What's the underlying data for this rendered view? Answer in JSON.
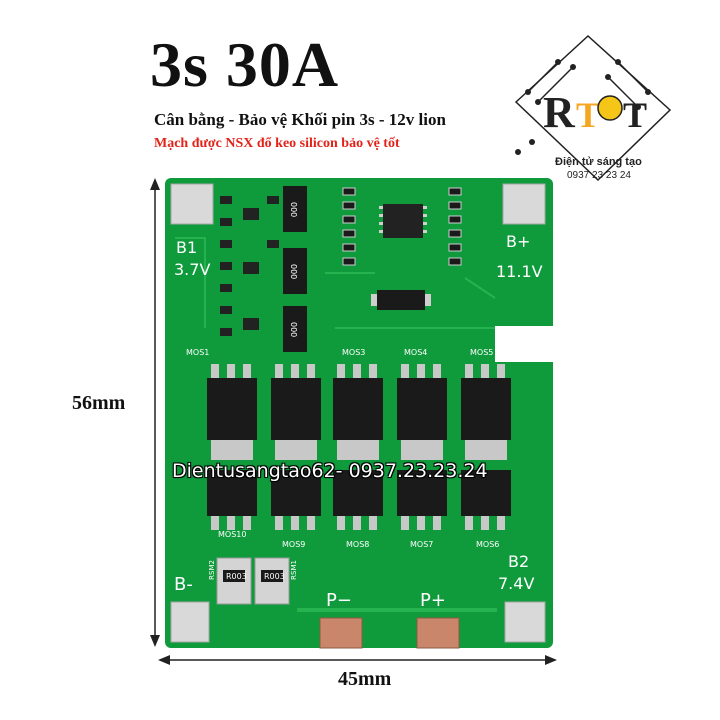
{
  "header": {
    "title": "3s 30A",
    "subtitle": "Cân bằng - Bảo vệ Khối pin 3s - 12v lion",
    "note": "Mạch được NSX đổ keo silicon bảo vệ tốt"
  },
  "logo": {
    "name": "Điện tử sáng tạo",
    "phone": "0937 23 23 24"
  },
  "dimensions": {
    "height": "56mm",
    "width": "45mm"
  },
  "watermark": "Dientusangtao62- 0937.23.23.24",
  "board": {
    "color": "#0f9a3c",
    "terminals": {
      "b1": "B1",
      "b1_v": "3.7V",
      "b_plus": "B+",
      "b_plus_v": "11.1V",
      "b_minus": "B-",
      "b2": "B2",
      "b2_v": "7.4V",
      "p_minus": "P−",
      "p_plus": "P+"
    },
    "mosfet_labels": [
      "MOS1",
      "MOS3",
      "MOS4",
      "MOS5",
      "MOS9",
      "MOS8",
      "MOS7",
      "MOS6",
      "MOS10"
    ],
    "resistor_codes": [
      "R003",
      "R003"
    ],
    "resistor_labels": [
      "RSM2",
      "RSM1"
    ],
    "chip_codes": [
      "000",
      "000",
      "000"
    ]
  }
}
